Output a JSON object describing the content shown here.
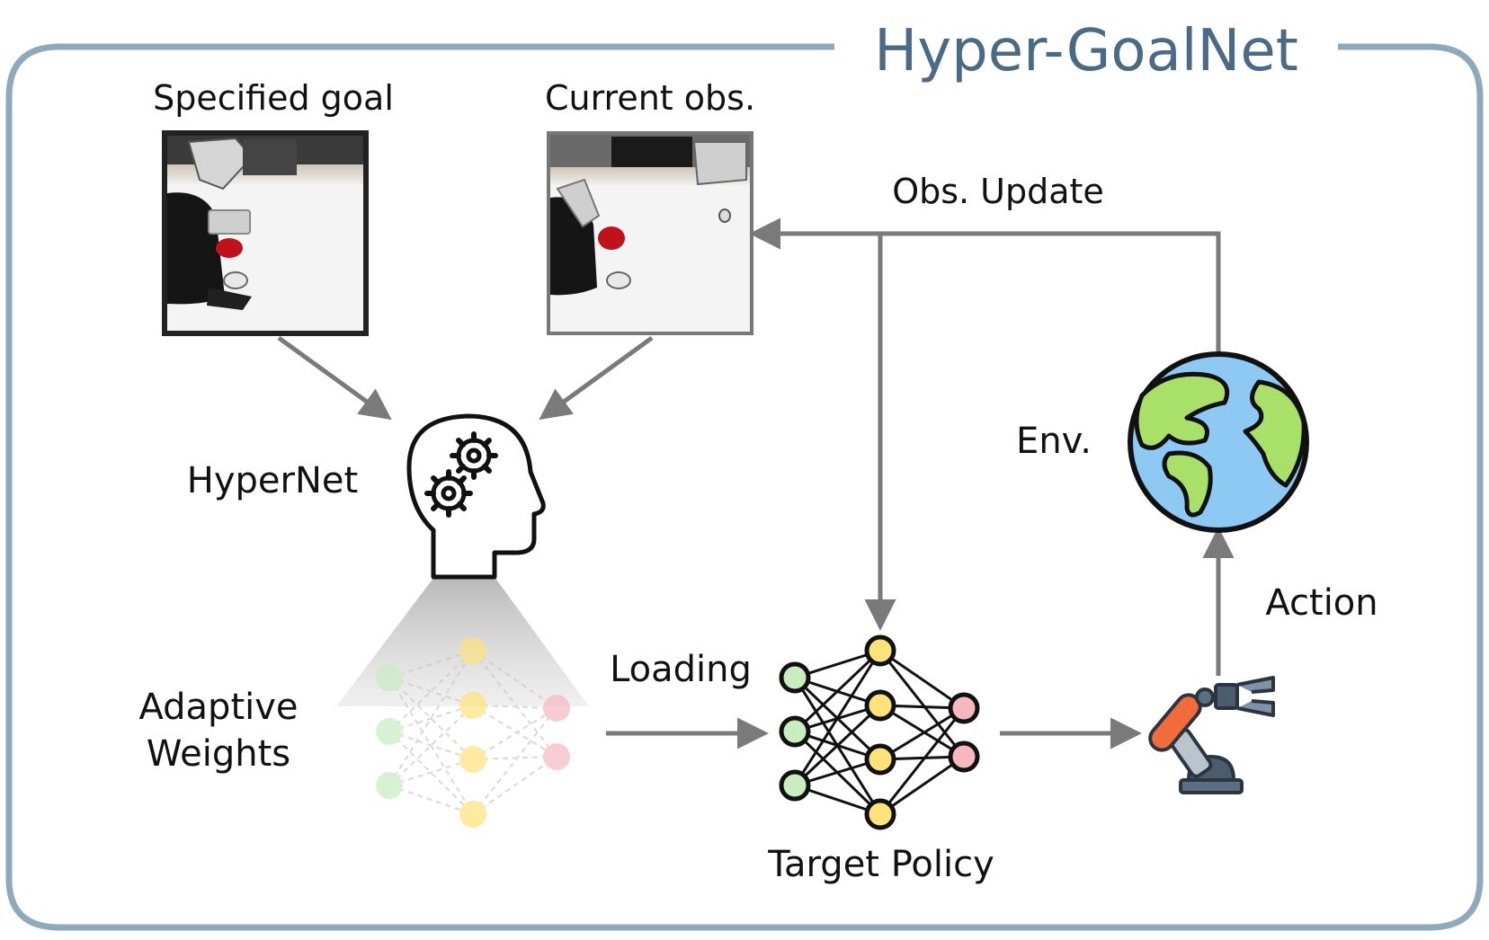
{
  "title": "Hyper-GoalNet",
  "labels": {
    "specified_goal": "Specified goal",
    "current_obs": "Current obs.",
    "obs_update": "Obs. Update",
    "hypernet": "HyperNet",
    "env": "Env.",
    "action": "Action",
    "adaptive_weights_line1": "Adaptive",
    "adaptive_weights_line2": "Weights",
    "loading": "Loading",
    "target_policy": "Target Policy"
  },
  "colors": {
    "frame": "#8fa9bc",
    "title": "#4a6a86",
    "arrow": "#7a7a7a",
    "node_input": "#c9ecc1",
    "node_hidden": "#ffe27a",
    "node_output": "#f6b7bf",
    "globe_water": "#8ec9f4",
    "globe_land": "#a8e06a",
    "robot_arm": "#f26b3a",
    "robot_base": "#5a6f80"
  },
  "icons": [
    "goal-image",
    "observation-image",
    "brain-gears-icon",
    "globe-icon",
    "robot-arm-icon"
  ]
}
